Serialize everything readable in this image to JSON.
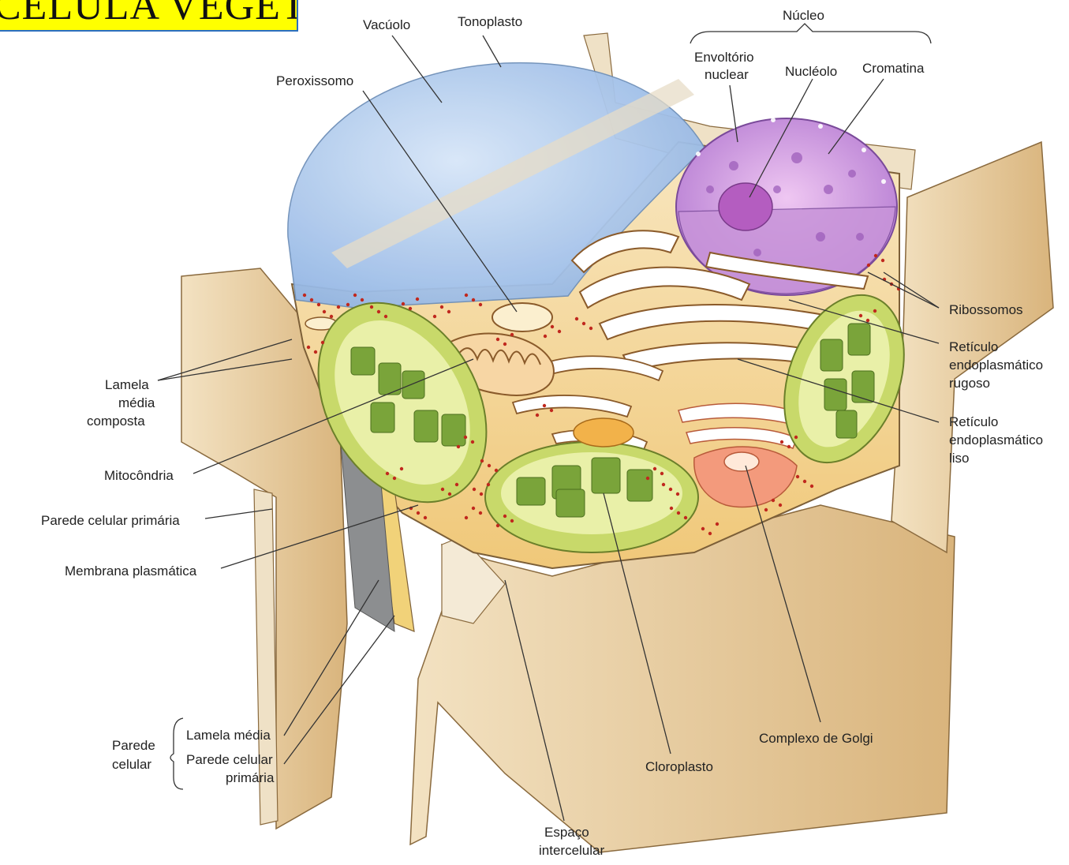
{
  "title": "CÉLULA VEGETAL",
  "labels": {
    "vacuolo": "Vacúolo",
    "tonoplasto": "Tonoplasto",
    "nucleo": "Núcleo",
    "envoltorio": [
      "Envoltório",
      "nuclear"
    ],
    "nucleolo": "Nucléolo",
    "cromatina": "Cromatina",
    "peroxissomo": "Peroxissomo",
    "ribossomos": "Ribossomos",
    "ret_rugoso": [
      "Retículo",
      "endoplasmático",
      "rugoso"
    ],
    "ret_liso": [
      "Retículo",
      "endoplasmático",
      "liso"
    ],
    "lamela_composta": [
      "Lamela",
      "média",
      "composta"
    ],
    "mitocondria": "Mitocôndria",
    "parede_primaria": "Parede celular primária",
    "membrana": "Membrana plasmática",
    "parede_celular": [
      "Parede",
      "celular"
    ],
    "lamela_media": "Lamela média",
    "parede_primaria2": [
      "Parede celular",
      "primária"
    ],
    "complexo_golgi": "Complexo de Golgi",
    "cloroplasto": "Cloroplasto",
    "espaco": [
      "Espaço",
      "intercelular"
    ]
  },
  "colors": {
    "wall": "#e9cfa3",
    "wall_dark": "#c89a5a",
    "cytoplasm": "#f4d9a0",
    "vacuole": "#a9c6ec",
    "nucleus": "#cf9fe0",
    "chloroplast": "#c9d96a",
    "thylakoid": "#7aa43a",
    "golgi": "#f3a58a",
    "title_bg": "#ffff00"
  }
}
